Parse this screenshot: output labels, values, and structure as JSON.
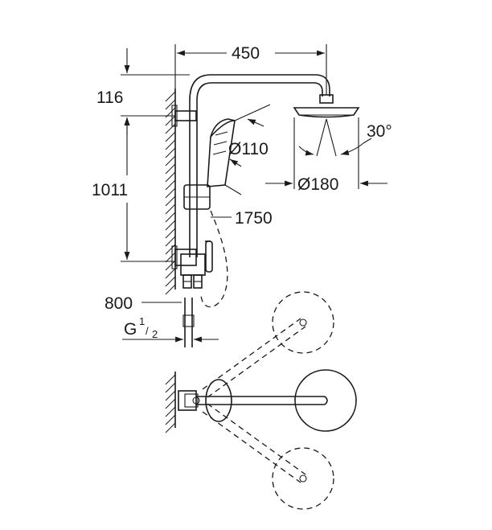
{
  "dimensions": {
    "rail_width": "450",
    "top_offset": "116",
    "rail_height": "1011",
    "hand_shower_diameter": "Ø110",
    "head_diameter": "Ø180",
    "head_tilt": "30°",
    "hose_length": "1750",
    "inlet_height": "800",
    "thread_prefix": "G",
    "thread_numerator": "1",
    "thread_denominator": "2"
  }
}
